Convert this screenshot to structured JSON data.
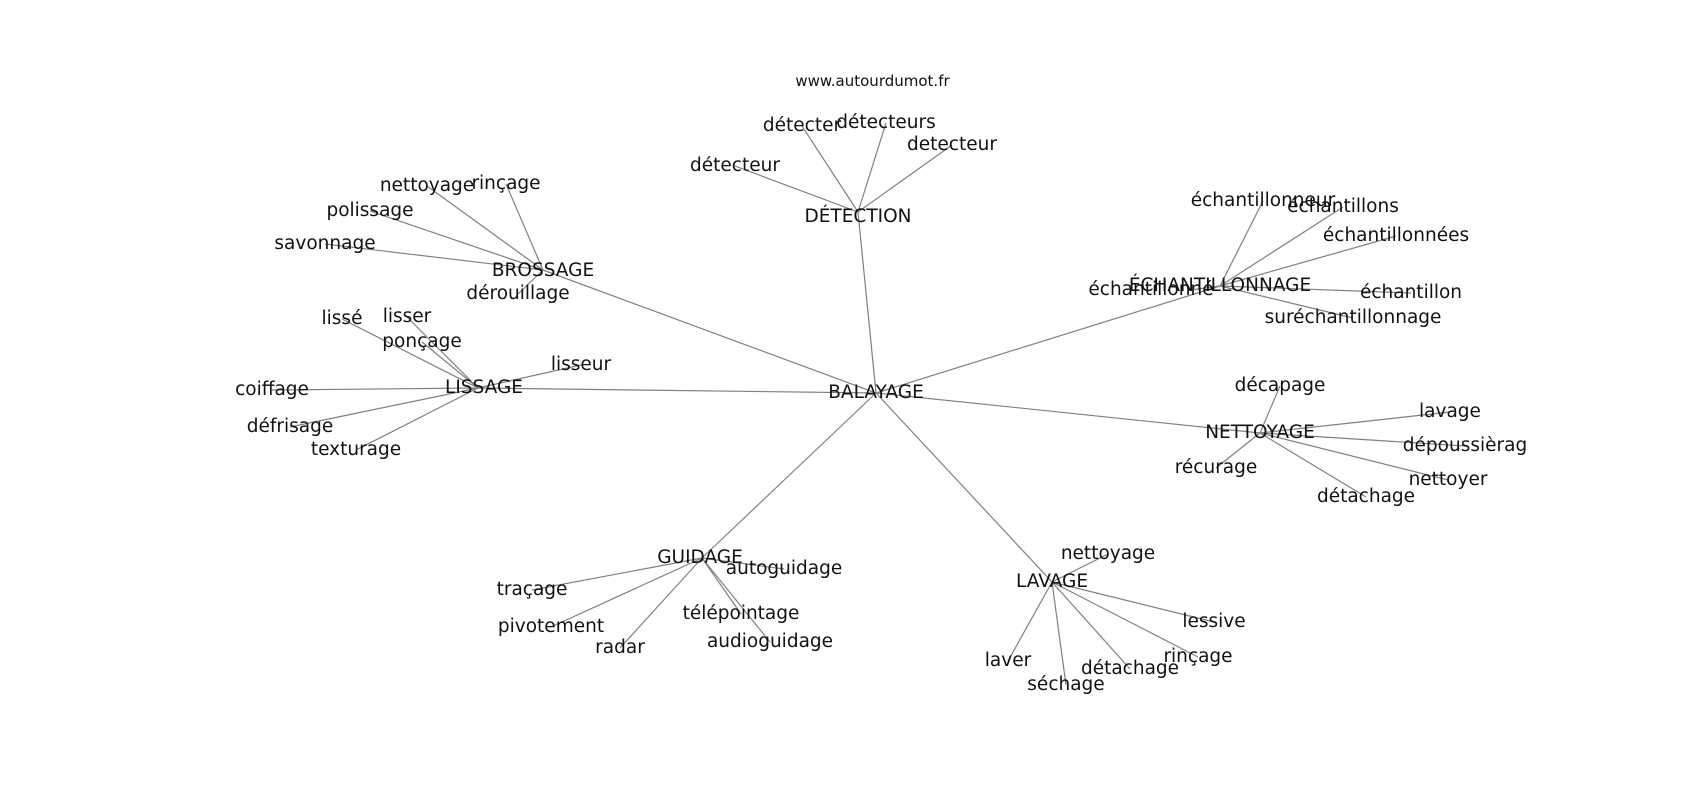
{
  "watermark": "www.autourdumot.fr",
  "graph": {
    "center": "BALAYAGE",
    "clusters": [
      {
        "id": "detection",
        "label": "DÉTECTION",
        "words": [
          "détecter",
          "détecteurs",
          "detecteur",
          "détecteur"
        ]
      },
      {
        "id": "brossage",
        "label": "BROSSAGE",
        "words": [
          "nettoyage",
          "rinçage",
          "polissage",
          "savonnage",
          "dérouillage"
        ]
      },
      {
        "id": "echantillonnage",
        "label": "ÉCHANTILLONNAGE",
        "words": [
          "échantillonneur",
          "échantillons",
          "échantillonnées",
          "échantillonné",
          "échantillon",
          "suréchantillonnage"
        ]
      },
      {
        "id": "lissage",
        "label": "LISSAGE",
        "words": [
          "lissé",
          "lisser",
          "ponçage",
          "lisseur",
          "coiffage",
          "défrisage",
          "texturage"
        ]
      },
      {
        "id": "nettoyage",
        "label": "NETTOYAGE",
        "words": [
          "décapage",
          "lavage",
          "dépoussièrag",
          "nettoyer",
          "détachage",
          "récurage"
        ]
      },
      {
        "id": "guidage",
        "label": "GUIDAGE",
        "words": [
          "autoguidage",
          "traçage",
          "pivotement",
          "radar",
          "télépointage",
          "audioguidage"
        ]
      },
      {
        "id": "lavage",
        "label": "LAVAGE",
        "words": [
          "nettoyage",
          "lessive",
          "rinçage",
          "détachage",
          "séchage",
          "laver"
        ]
      }
    ]
  }
}
